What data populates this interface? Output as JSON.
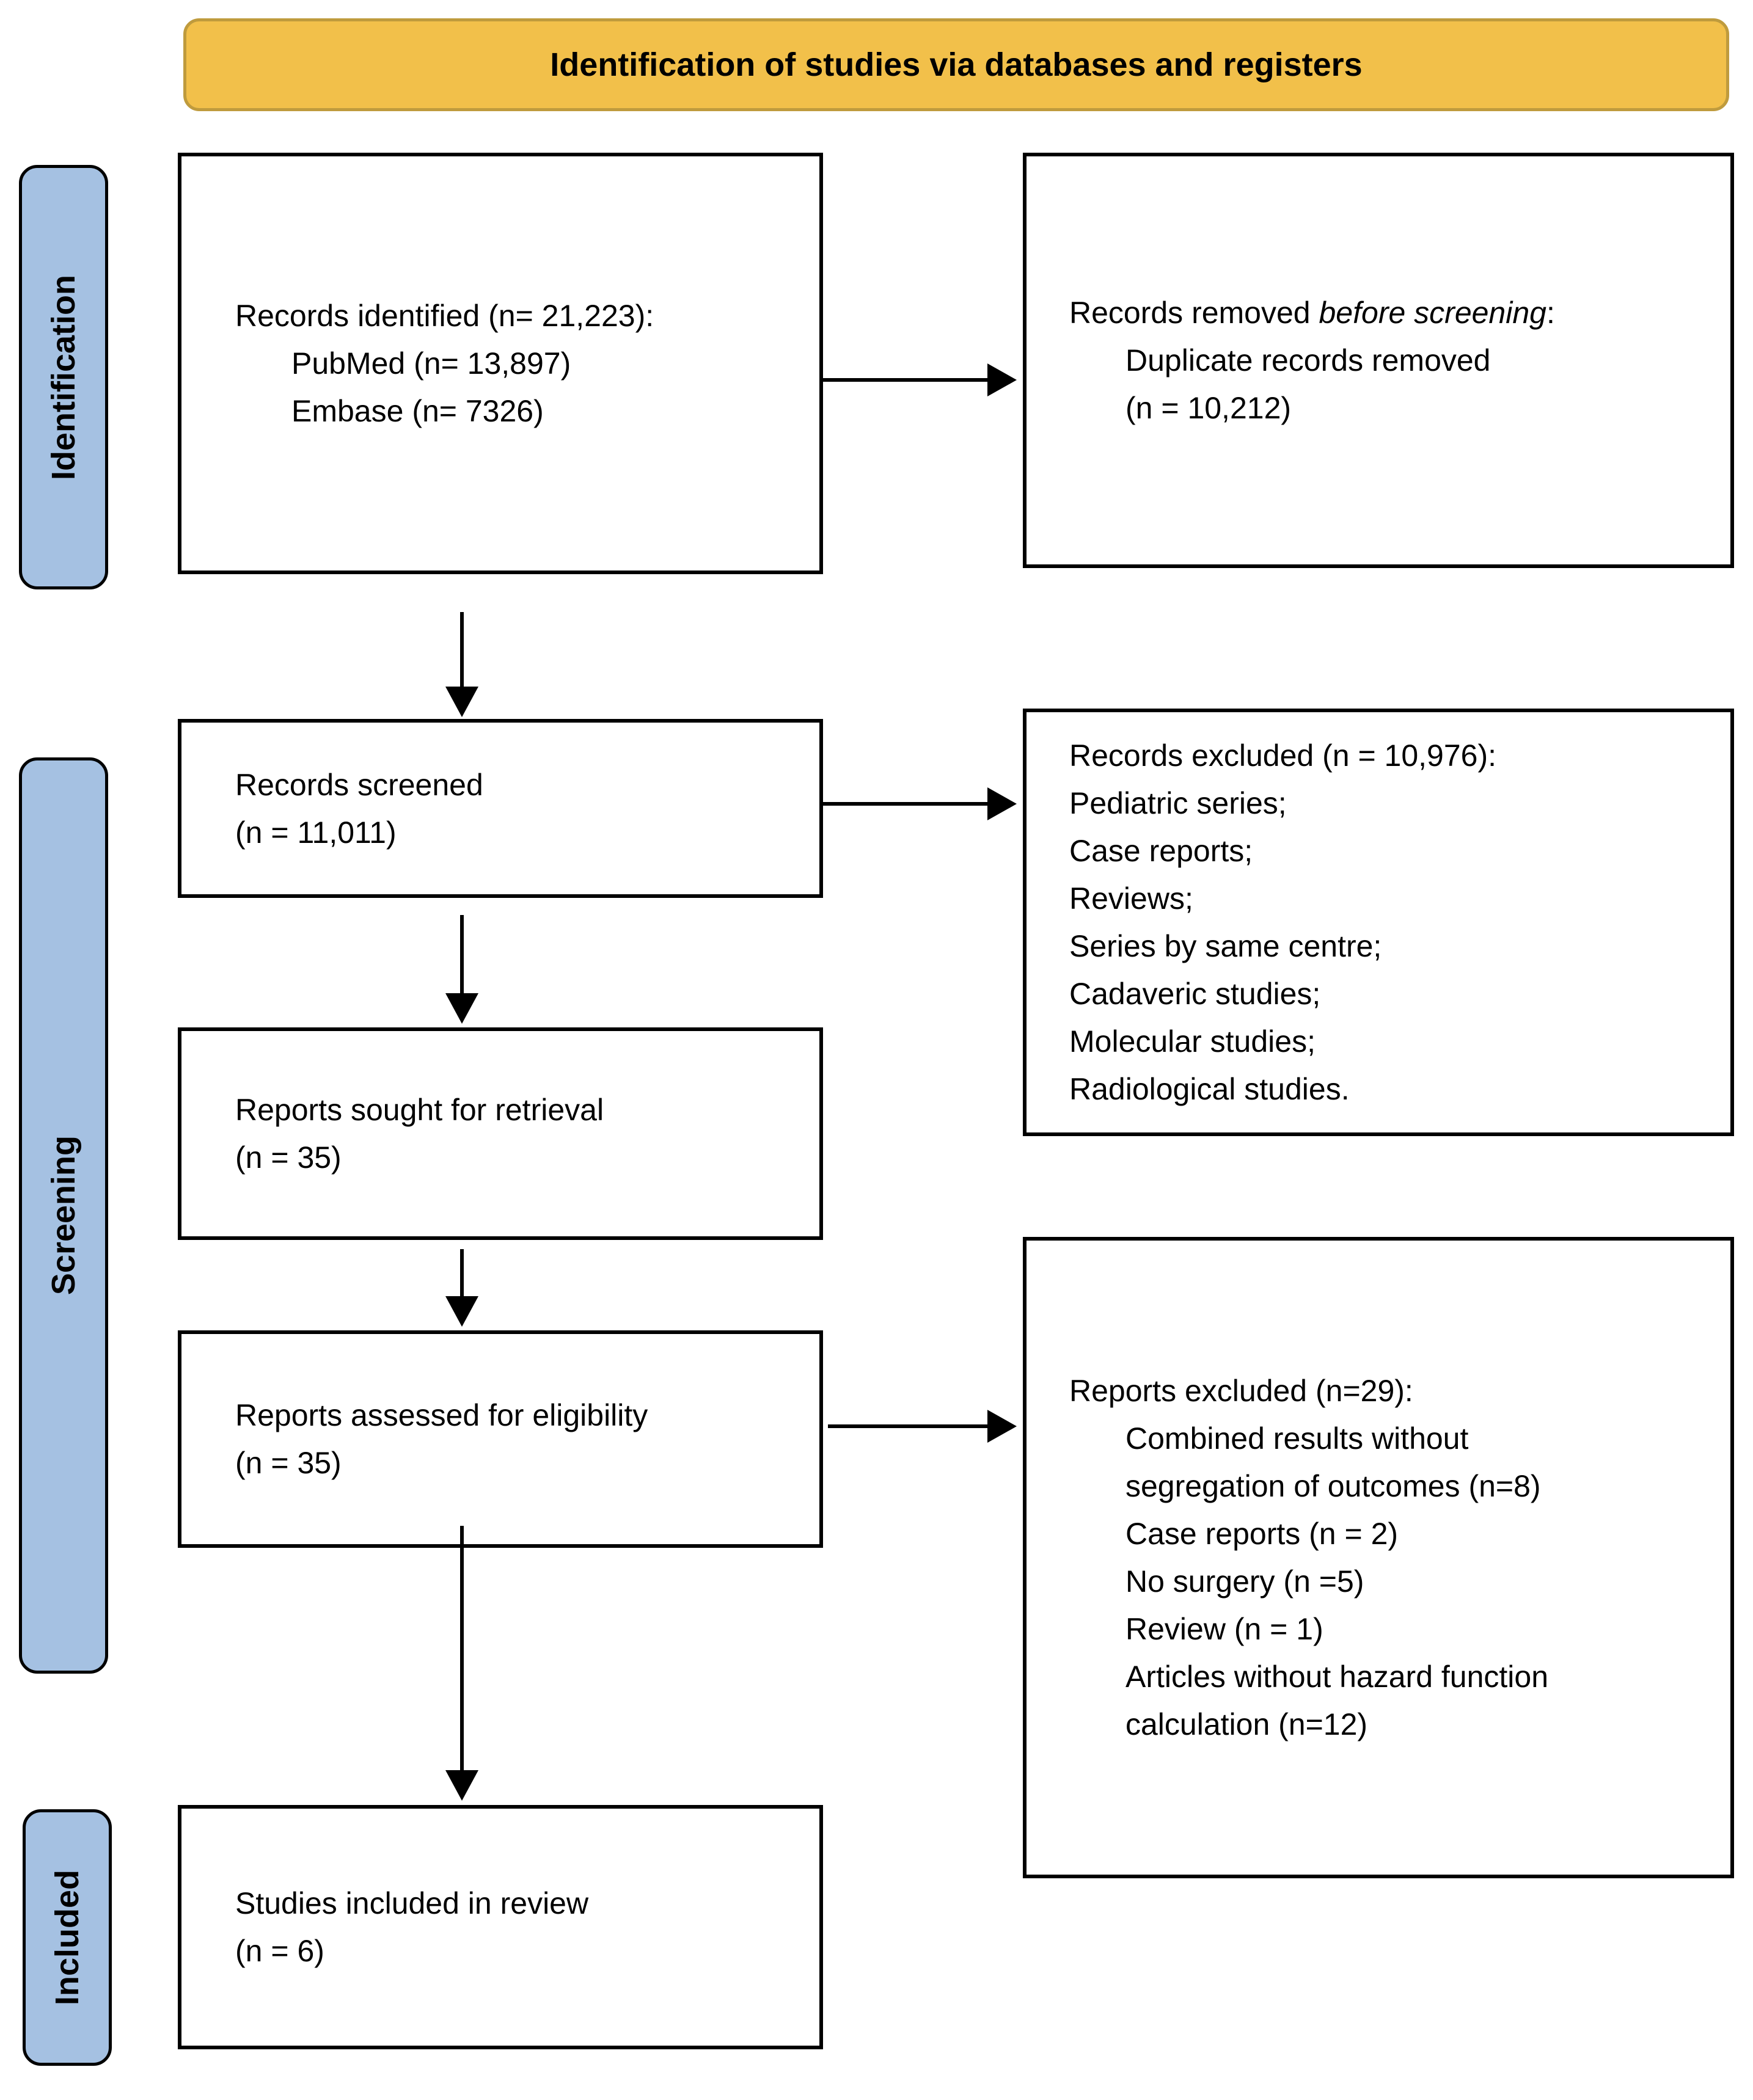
{
  "banner": {
    "title": "Identification of studies via databases and registers",
    "bg_color": "#F2C04A",
    "border_color": "#BF9B3D"
  },
  "stages": {
    "identification": "Identification",
    "screening": "Screening",
    "included": "Included",
    "bar_color": "#A5C1E2"
  },
  "boxes": {
    "records_identified": {
      "lines": [
        {
          "text": "Records identified (n= 21,223):",
          "indent": 0
        },
        {
          "text": "PubMed (n= 13,897)",
          "indent": 1
        },
        {
          "text": "Embase (n= 7326)",
          "indent": 1
        }
      ]
    },
    "records_removed": {
      "title_prefix": "Records removed ",
      "title_italic": "before screening",
      "title_suffix": ":",
      "lines": [
        {
          "text": "Duplicate records removed",
          "indent": 1
        },
        {
          "text": "(n = 10,212)",
          "indent": 1
        }
      ]
    },
    "records_screened": {
      "lines": [
        {
          "text": "Records screened",
          "indent": 0
        },
        {
          "text": "(n = 11,011)",
          "indent": 0
        }
      ]
    },
    "records_excluded": {
      "lines": [
        {
          "text": "Records excluded (n = 10,976):",
          "indent": 0
        },
        {
          "text": "Pediatric series;",
          "indent": 0
        },
        {
          "text": "Case reports;",
          "indent": 0
        },
        {
          "text": "Reviews;",
          "indent": 0
        },
        {
          "text": "Series by same centre;",
          "indent": 0
        },
        {
          "text": "Cadaveric studies;",
          "indent": 0
        },
        {
          "text": "Molecular studies;",
          "indent": 0
        },
        {
          "text": "Radiological studies.",
          "indent": 0
        }
      ]
    },
    "reports_sought": {
      "lines": [
        {
          "text": "Reports sought for retrieval",
          "indent": 0
        },
        {
          "text": "(n = 35)",
          "indent": 0
        }
      ]
    },
    "reports_assessed": {
      "lines": [
        {
          "text": "Reports assessed for eligibility",
          "indent": 0
        },
        {
          "text": "(n = 35)",
          "indent": 0
        }
      ]
    },
    "reports_excluded": {
      "lines": [
        {
          "text": "Reports excluded (n=29):",
          "indent": 0
        },
        {
          "text": "Combined results without",
          "indent": 1
        },
        {
          "text": "segregation of outcomes (n=8)",
          "indent": 1
        },
        {
          "text": "Case reports (n = 2)",
          "indent": 1
        },
        {
          "text": "No surgery (n =5)",
          "indent": 1
        },
        {
          "text": "Review (n = 1)",
          "indent": 1
        },
        {
          "text": "Articles without hazard function",
          "indent": 1
        },
        {
          "text": "calculation (n=12)",
          "indent": 1
        }
      ]
    },
    "studies_included": {
      "lines": [
        {
          "text": "Studies included in review",
          "indent": 0
        },
        {
          "text": "(n = 6)",
          "indent": 0
        }
      ]
    }
  }
}
